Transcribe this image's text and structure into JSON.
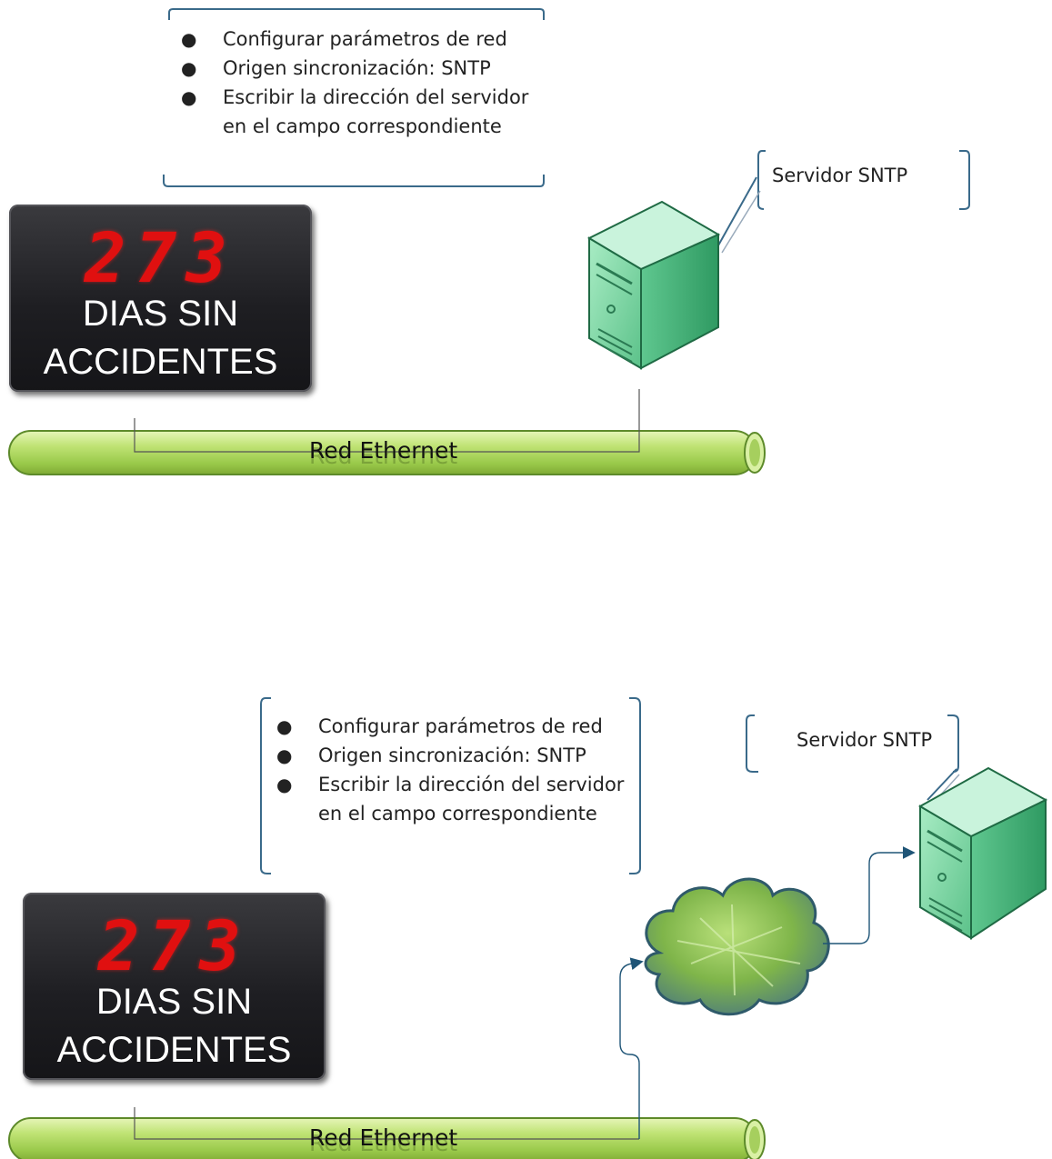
{
  "diagram_top": {
    "callout": {
      "items": [
        "Configurar parámetros de red",
        "Origen sincronización: SNTP",
        "Escribir la dirección del servidor en el campo correspondiente"
      ]
    },
    "server_label": "Servidor SNTP",
    "sign": {
      "digits": "273",
      "line1": "DIAS SIN",
      "line2": "ACCIDENTES"
    },
    "network_label": "Red Ethernet"
  },
  "diagram_bottom": {
    "callout": {
      "items": [
        "Configurar parámetros de red",
        "Origen sincronización: SNTP",
        "Escribir la dirección del servidor en el campo correspondiente"
      ]
    },
    "server_label": "Servidor SNTP",
    "sign": {
      "digits": "273",
      "line1": "DIAS SIN",
      "line2": "ACCIDENTES"
    },
    "network_label": "Red Ethernet"
  },
  "colors": {
    "pipe_green": "#b5dc6a",
    "server_green": "#6fcf97",
    "bracket_blue": "#3a6a8a",
    "digit_red": "#e01010"
  }
}
